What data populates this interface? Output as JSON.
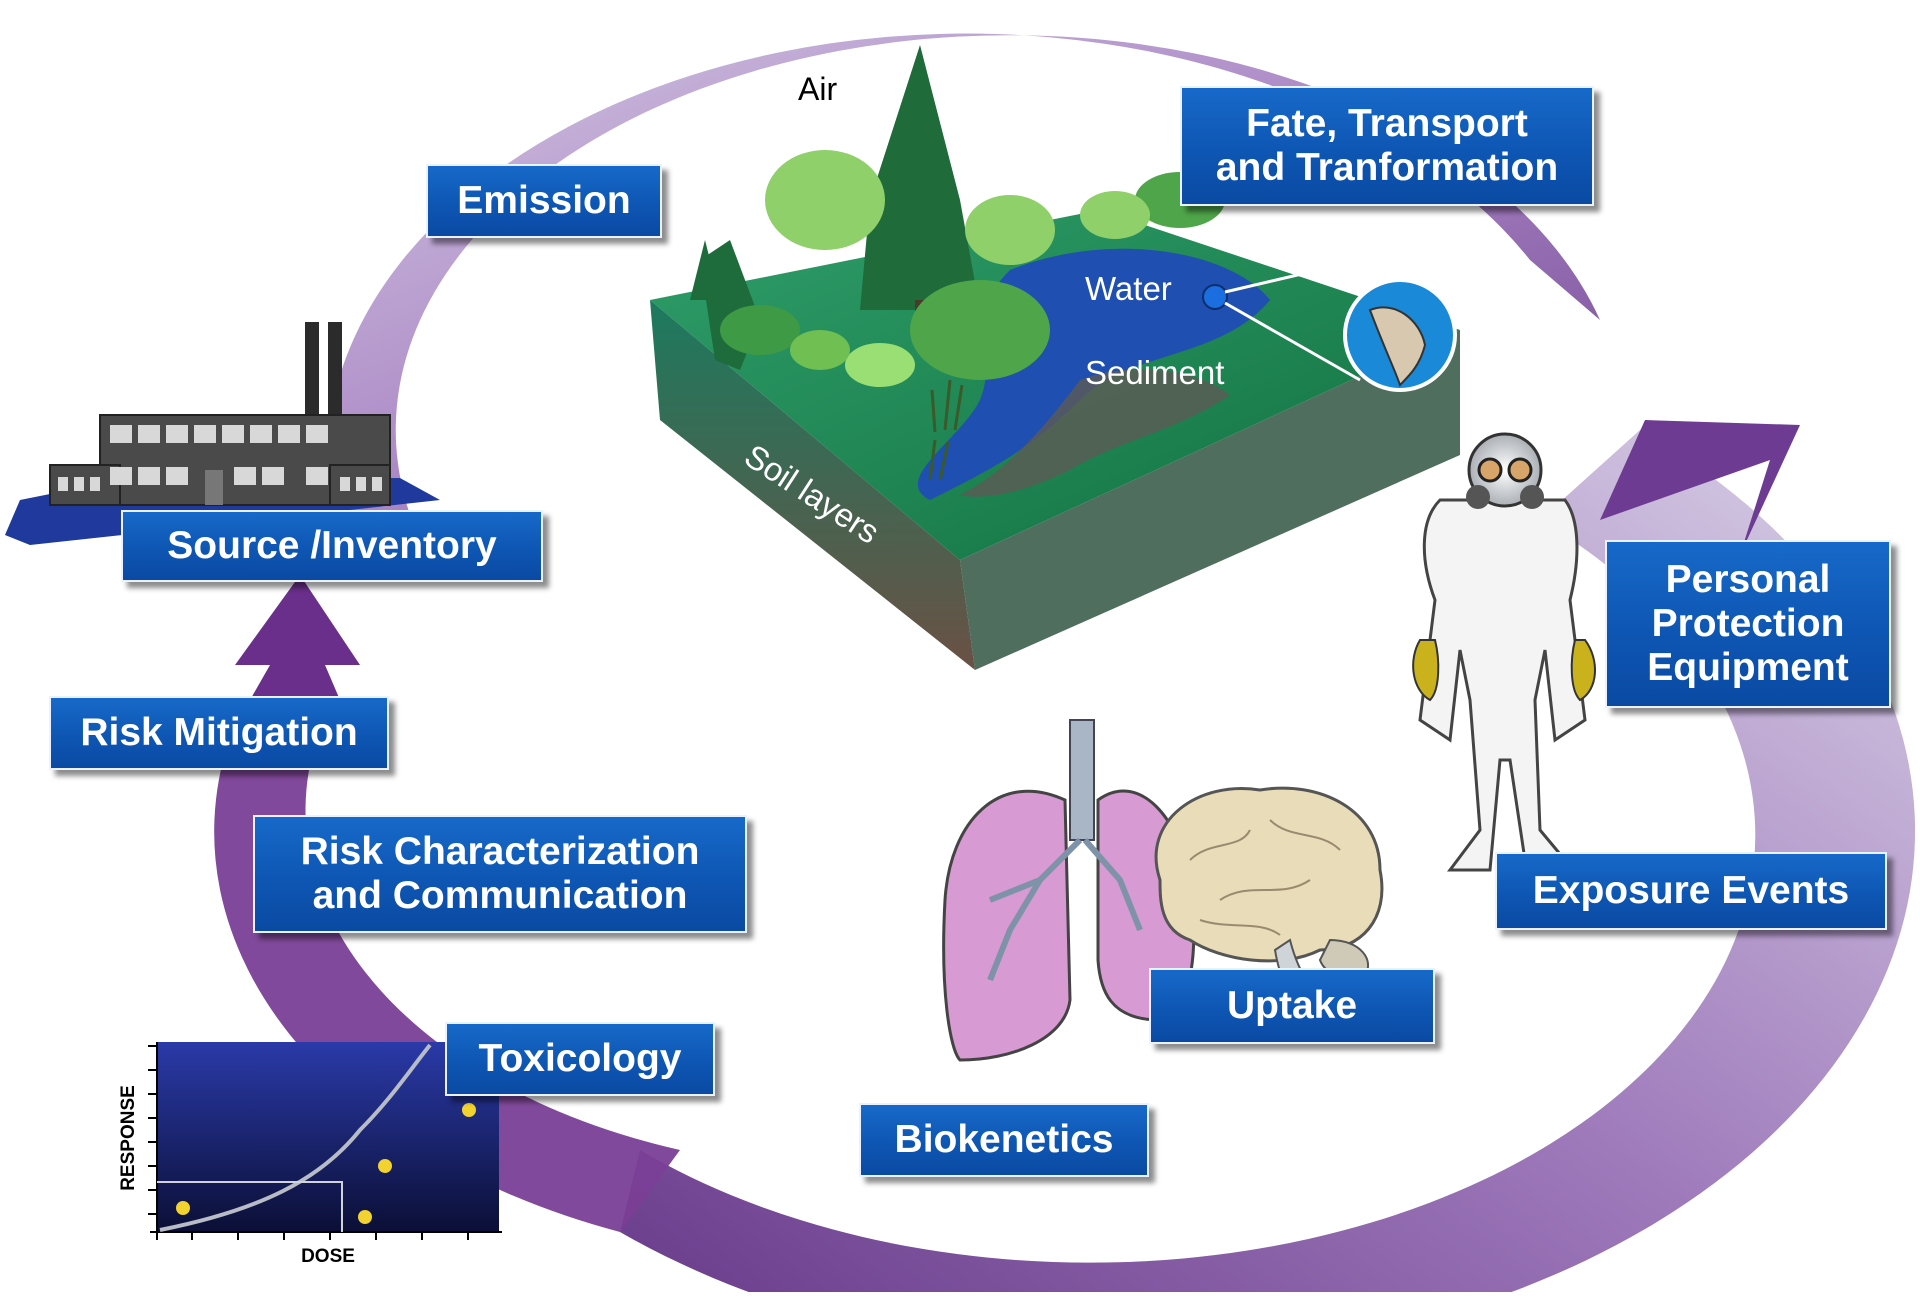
{
  "labels": {
    "emission": "Emission",
    "fate_line1": "Fate, Transport",
    "fate_line2": "and Tranformation",
    "source_inventory": "Source /Inventory",
    "ppe_line1": "Personal",
    "ppe_line2": "Protection",
    "ppe_line3": "Equipment",
    "exposure_events": "Exposure Events",
    "uptake": "Uptake",
    "biokenetics": "Biokenetics",
    "toxicology": "Toxicology",
    "risk_char_line1": "Risk Characterization",
    "risk_char_line2": "and Communication",
    "risk_mitigation": "Risk Mitigation"
  },
  "environment": {
    "air": "Air",
    "plants": "Plants",
    "water": "Water",
    "sediment": "Sediment",
    "soil_layers": "Soil layers"
  },
  "dose_response": {
    "x_label": "DOSE",
    "y_label": "RESPONSE"
  },
  "colors": {
    "label_blue": "#0e56b3",
    "cycle_arrow": "#8a5aa6",
    "point_yellow": "#f2d22e"
  }
}
